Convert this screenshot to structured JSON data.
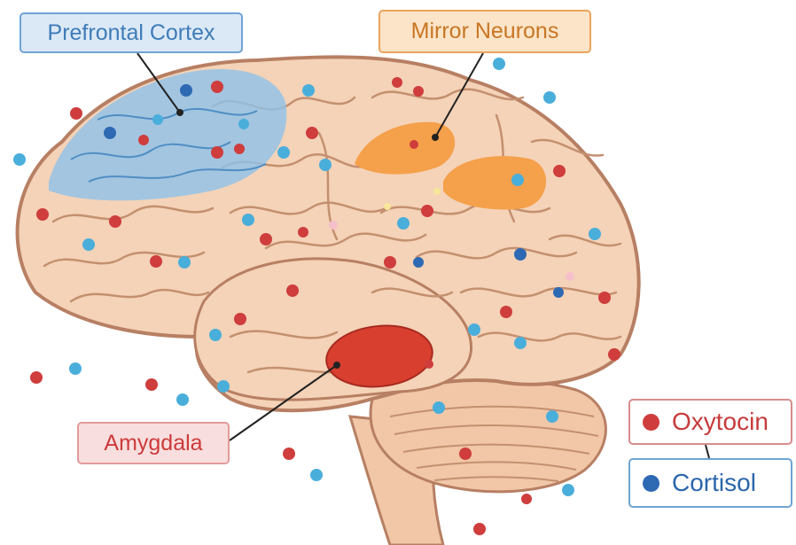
{
  "labels": {
    "prefrontal_cortex": "Prefrontal Cortex",
    "mirror_neurons": "Mirror Neurons",
    "amygdala": "Amygdala"
  },
  "legend": {
    "oxytocin": "Oxytocin",
    "cortisol": "Cortisol"
  },
  "colors": {
    "brain_fill": "#f4d3b8",
    "brain_outline": "#b77f63",
    "cerebellum_fill": "#f1c7a8",
    "prefrontal_region": "#8ec2ea",
    "mirror_region": "#f5a04a",
    "amygdala_region": "#d83f2f",
    "oxytocin": "#cf3d3d",
    "cortisol": "#2e69b3",
    "cortisol_light": "#4aaedb"
  }
}
